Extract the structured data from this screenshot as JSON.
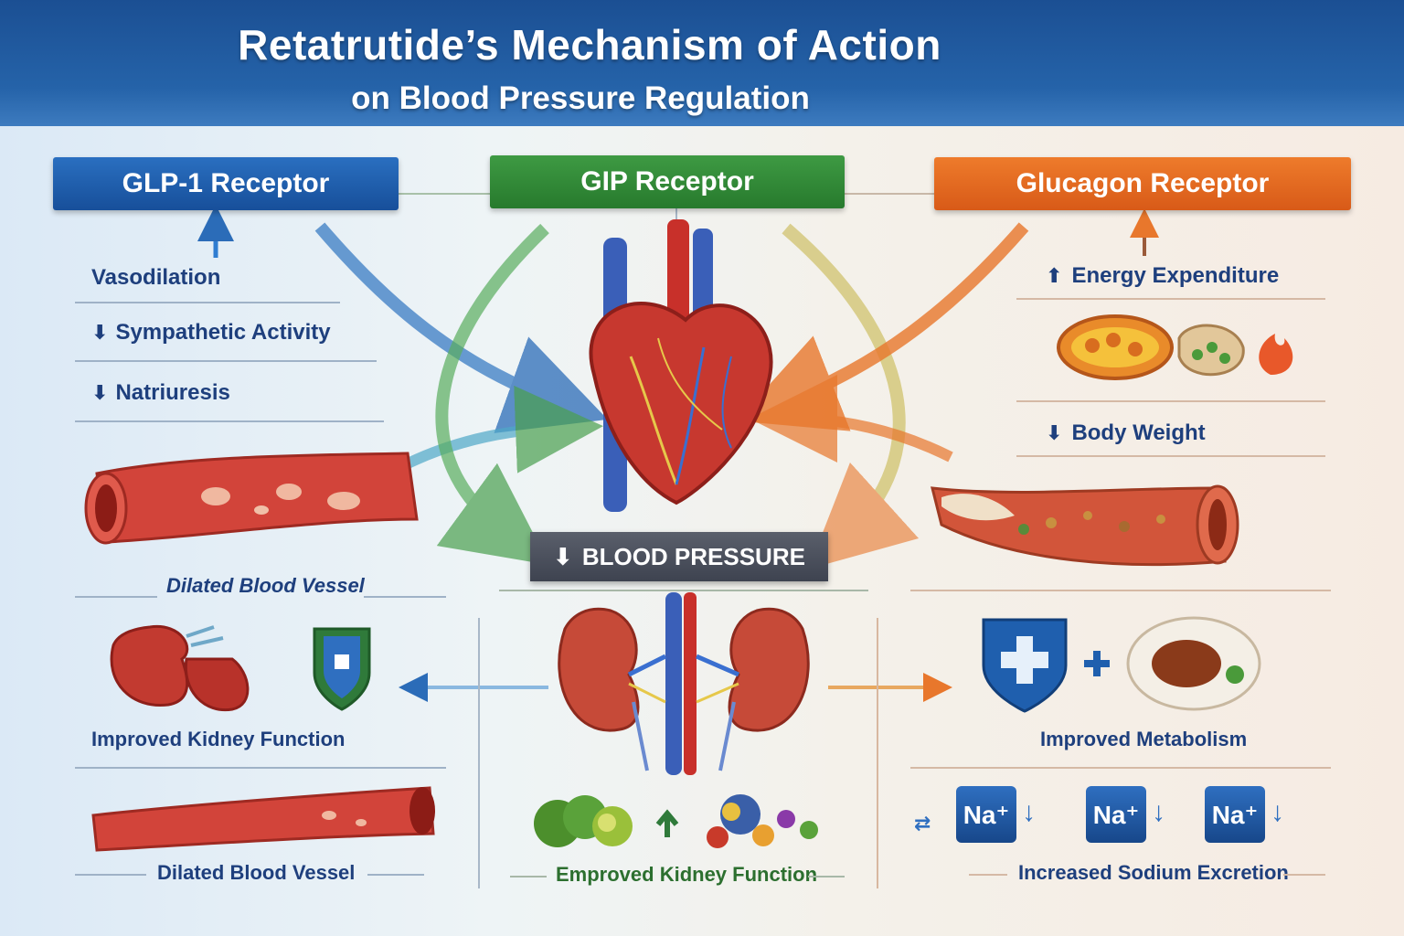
{
  "title": "Retatrutide’s Mechanism of Action",
  "subtitle": "on Blood Pressure Regulation",
  "receptors": {
    "glp1": "GLP-1 Receptor",
    "gip": "GIP Receptor",
    "glucagon": "Glucagon Receptor"
  },
  "left_effects": [
    "Vasodilation",
    "Sympathetic Activity",
    "Natriuresis"
  ],
  "right_effects": [
    "Energy Expenditure",
    "Body Weight"
  ],
  "blood_pressure": "BLOOD PRESSURE",
  "captions": {
    "dilated_vessel_1": "Dilated Blood Vessel",
    "kidney_left": "Improved Kidney Function",
    "dilated_vessel_2": "Dilated Blood Vessel",
    "kidney_center": "Emproved Kidney Function",
    "metabolism": "Improved Metabolism",
    "sodium": "Increased Sodium Excretion"
  },
  "sodium_symbols": [
    "Na⁺",
    "Na⁺",
    "Na⁺"
  ],
  "colors": {
    "glp1": "#1f5fae",
    "gip": "#2f8a35",
    "glucagon": "#e2651f",
    "header": "#1b4f93"
  }
}
